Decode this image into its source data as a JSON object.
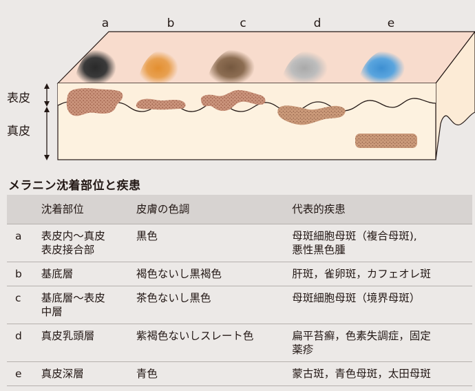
{
  "figure": {
    "columns": [
      "a",
      "b",
      "c",
      "d",
      "e"
    ],
    "layers": {
      "epidermis": "表皮",
      "dermis": "真皮"
    },
    "colors": {
      "surface": "#f9dccd",
      "box_face": "#fdf0dc",
      "side_face": "#fce8d2",
      "pigment_dots": "#c47a5d",
      "spot_a": "#303030",
      "spot_b": "#e59940",
      "spot_c": "#84644a",
      "spot_d": "#b5b5b5",
      "spot_e": "#4a99d6"
    }
  },
  "table": {
    "title": "メラニン沈着部位と疾患",
    "headers": [
      "",
      "沈着部位",
      "皮膚の色調",
      "代表的疾患"
    ],
    "rows": [
      [
        "a",
        "表皮内〜真皮\n表皮接合部",
        "黒色",
        "母斑細胞母斑（複合母斑),\n悪性黒色腫"
      ],
      [
        "b",
        "基底層",
        "褐色ないし黒褐色",
        "肝斑，雀卵斑，カフェオレ斑"
      ],
      [
        "c",
        "基底層〜表皮\n中層",
        "茶色ないし黒色",
        "母斑細胞母斑（境界母斑）"
      ],
      [
        "d",
        "真皮乳頭層",
        "紫褐色ないしスレート色",
        "扁平苔癬，色素失調症，固定\n薬疹"
      ],
      [
        "e",
        "真皮深層",
        "青色",
        "蒙古斑，青色母斑，太田母斑"
      ]
    ]
  }
}
